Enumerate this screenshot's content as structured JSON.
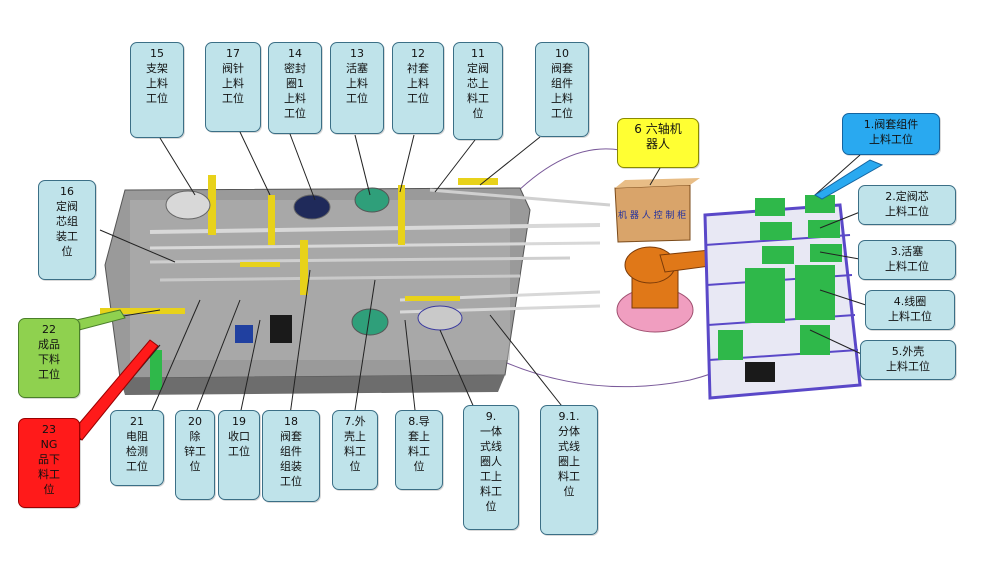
{
  "callouts": {
    "c15": "15\n支架\n上料\n工位",
    "c17": "17\n阀针\n上料\n工位",
    "c14": "14\n密封\n圈1\n上料\n工位",
    "c13": "13\n活塞\n上料\n工位",
    "c12": "12\n衬套\n上料\n工位",
    "c11": "11\n定阀\n芯上\n料工\n位",
    "c10": "10\n阀套\n组件\n上料\n工位",
    "c6": "6  六轴机\n器人",
    "c1": "1.阀套组件\n上料工位",
    "c2": "2.定阀芯\n上料工位",
    "c3": "3.活塞\n上料工位",
    "c4": "4.线圈\n上料工位",
    "c5": "5.外壳\n上料工位",
    "c16": "16\n定阀\n芯组\n装工\n位",
    "c22": "22\n成品\n下料\n工位",
    "c23": "23\nNG\n品下\n料工\n位",
    "c21": "21\n电阻\n检测\n工位",
    "c20": "20\n除\n锌工\n位",
    "c19": "19\n收口\n工位",
    "c18": "18\n阀套\n组件\n组装\n工位",
    "c7": "7.外\n壳上\n料工\n位",
    "c8": "8.导\n套上\n料工\n位",
    "c9": "9.\n一体\n式线\n圈人\n工上\n料工\n位",
    "c91": "9.1.\n分体\n式线\n圈上\n料工\n位"
  },
  "colors": {
    "callout_default": "#bfe3ea",
    "callout_green": "#8fd14f",
    "callout_red": "#ff1a1a",
    "callout_yellow": "#ffff33",
    "callout_blue": "#29a9f0",
    "frame_gray": "#8c8c8c",
    "rack_purple": "#5a48c8",
    "robot_orange": "#e07818",
    "tray_green": "#2fb84a",
    "hopper_teal": "#2f9f7a",
    "rail_yellow": "#e8d21a"
  }
}
